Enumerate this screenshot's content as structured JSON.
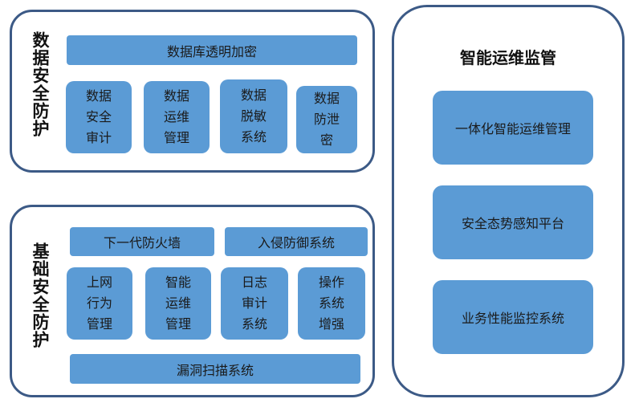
{
  "data_security": {
    "title": "数据安全防护",
    "db_encryption": "数据库透明加密",
    "tiles": [
      "数据\n安全\n审计",
      "数据\n运维\n管理",
      "数据\n脱敏\n系统",
      "数据\n防泄\n密"
    ]
  },
  "base_security": {
    "title": "基础安全防护",
    "firewall": "下一代防火墙",
    "ips": "入侵防御系统",
    "tiles": [
      "上网\n行为\n管理",
      "智能\n运维\n管理",
      "日志\n审计\n系统",
      "操作\n系统\n增强"
    ],
    "vuln_scan": "漏洞扫描系统"
  },
  "ops": {
    "title": "智能运维监管",
    "blocks": [
      "一体化智能运维管理",
      "安全态势感知平台",
      "业务性能监控系统"
    ]
  },
  "colors": {
    "box_fill": "#5b9bd5",
    "border": "#3c5a86"
  }
}
